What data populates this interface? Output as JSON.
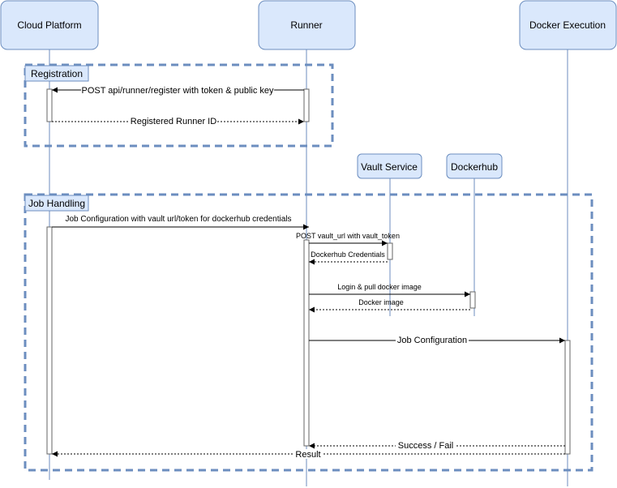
{
  "diagram": {
    "participants": {
      "cloud": "Cloud Platform",
      "runner": "Runner",
      "docker_exec": "Docker Execution",
      "vault": "Vault Service",
      "dockerhub": "Dockerhub"
    },
    "groups": {
      "registration": "Registration",
      "job_handling": "Job Handling"
    },
    "messages": {
      "register": "POST api/runner/register with token & public key",
      "registered_id": "Registered Runner ID",
      "job_config_vault": "Job Configuration with vault url/token for dockerhub credentials",
      "post_vault": "POST vault_url with vault_token",
      "dockerhub_creds": "Dockerhub Credentials",
      "login_pull": "Login & pull docker image",
      "docker_image": "Docker image",
      "job_config": "Job Configuration",
      "success_fail": "Success / Fail",
      "result": "Result"
    },
    "colors": {
      "box_fill": "#dae8fc",
      "box_stroke": "#6c8ebf",
      "line": "#000000"
    }
  }
}
